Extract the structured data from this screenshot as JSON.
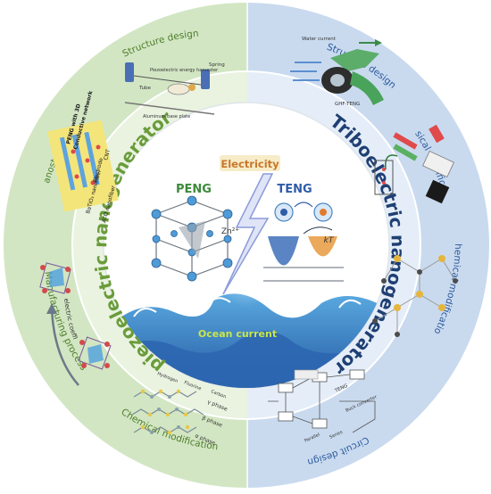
{
  "center": {
    "peng": "PENG",
    "teng": "TENG",
    "electricity": "Electricity",
    "ocean_current": "Ocean current",
    "ion_label": "Zn²⁺",
    "kt_label": "kT"
  },
  "left_ring": {
    "title": "piezoelectric nanogenerator",
    "sections": {
      "structure_design": "Structure design",
      "nanostructures": "nanostructures",
      "manufacturing_process": "Manufacturing process",
      "chemical_modification": "Chemical modification"
    },
    "labels": {
      "tube": "Tube",
      "aluminum_base_plate": "Aluminum base plate",
      "piezoelectric_energy_harvester": "Piezoelectric energy harvester",
      "spring": "Spring",
      "peng_3d": "PENG with 3D",
      "conductive_network": "Conductive network",
      "electrode": "Electrode",
      "cnt": "CNT",
      "batio3_nanofiber": "BaTiO₃ nanofiber",
      "ato_nanofiber": "ATO nanofiber",
      "piezo_coefficient": "Piezoelectric coefficient",
      "alpha_phase": "α phase",
      "beta_phase": "β phase",
      "gamma_phase": "γ phase",
      "legend_hydrogen": "Hydrogen",
      "legend_fluorine": "Fluorine",
      "legend_carbon": "Carbon"
    }
  },
  "right_ring": {
    "title": "Triboelectric nanogenerator",
    "sections": {
      "structure_design": "Structure design",
      "physical_modification": "Physical modification",
      "chemical_modification": "Chemical modification",
      "circuit_design": "Circuit design"
    },
    "labels": {
      "water_current": "Water current",
      "ghf_teng": "GHF-TENG",
      "teng_bridge": "TENG",
      "buck_converter": "Buck converter",
      "parallel": "Parallel",
      "series": "Series"
    }
  },
  "colors": {
    "left_ring": "#d2e6c3",
    "right_ring": "#c9daef",
    "left_inner": "#e9f3e0",
    "right_inner": "#e4edf8",
    "left_title": "#6a9c3a",
    "right_title": "#1f3f73",
    "left_section": "#4f7d2a",
    "right_section": "#2d5a9c",
    "electricity_box": "#f6ecc8",
    "electricity_text": "#c9772b",
    "peng_text": "#3d8a3a",
    "teng_text": "#2e5da8"
  }
}
